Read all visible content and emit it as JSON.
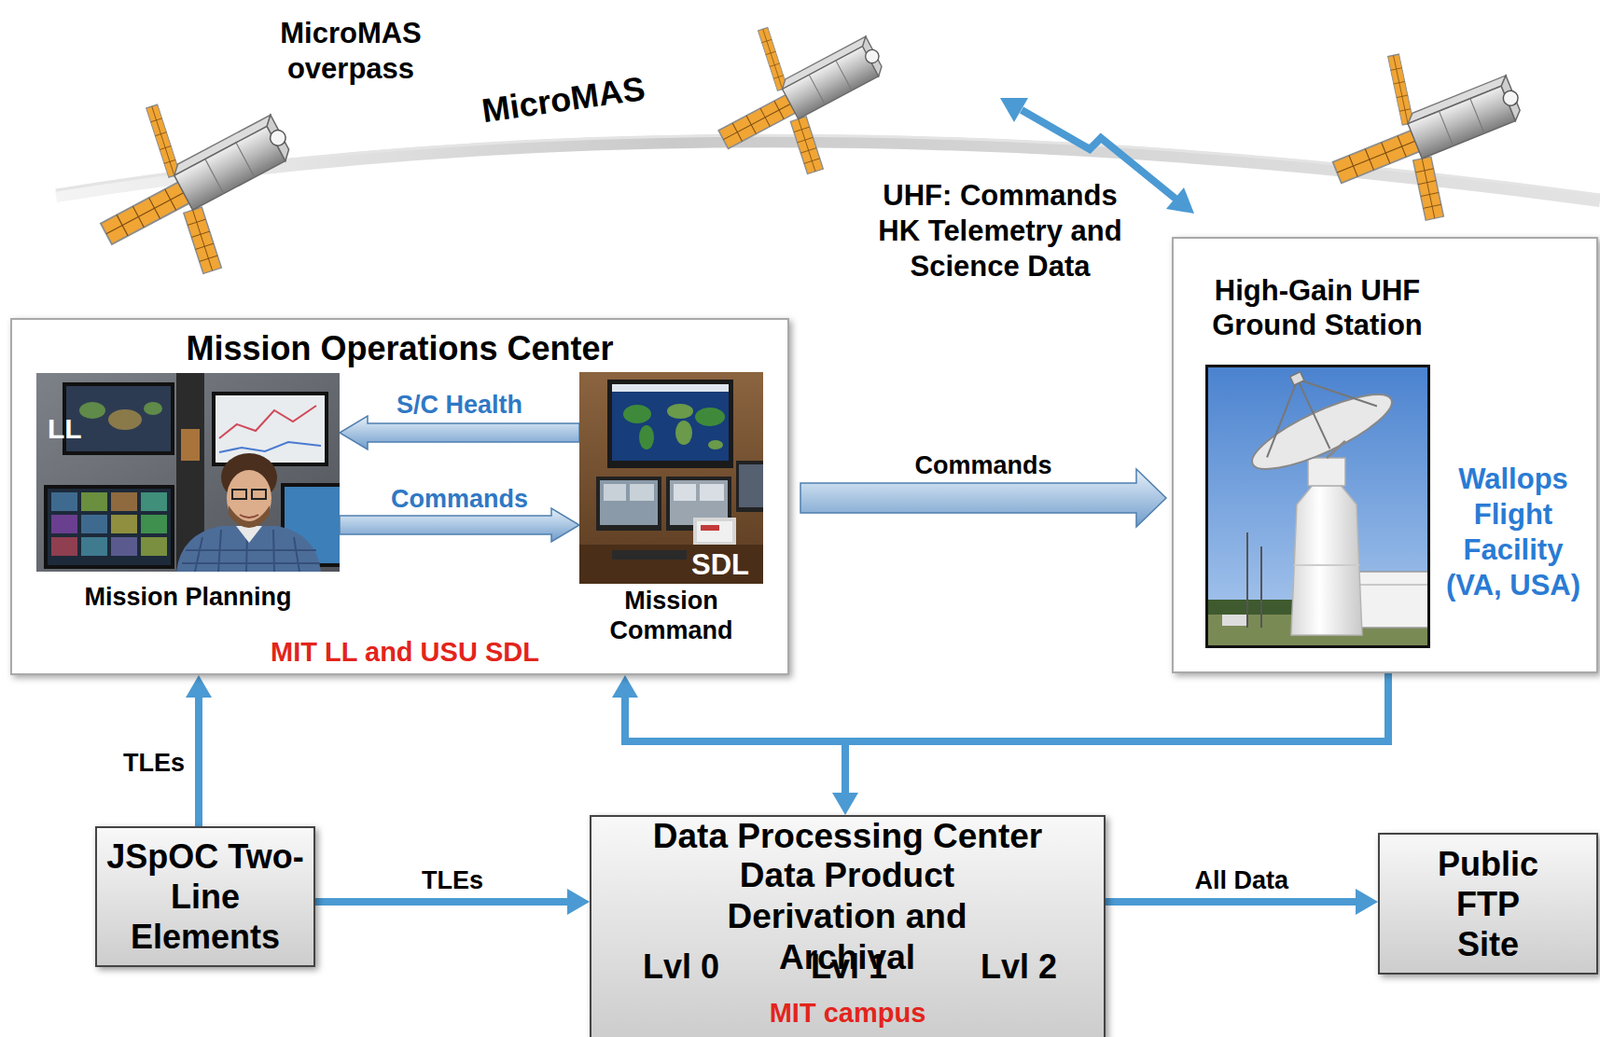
{
  "diagram": {
    "nodes": [
      {
        "text": [
          "Mission Operations Center",
          "MIT LL and USU SDL"
        ]
      },
      {
        "text": [
          "LL",
          "Mission Planning"
        ],
        "in": 0
      },
      {
        "text": [
          "SDL",
          "Mission Command"
        ],
        "in": 0
      },
      {
        "text": [
          "High-Gain UHF Ground Station",
          "Wallops Flight Facility (VA, USA)"
        ]
      },
      {
        "text": [
          "JSpOC Two-Line Elements"
        ]
      },
      {
        "text": [
          "Data Processing Center",
          "Data Product Derivation and Archival",
          "Lvl 0",
          "Lvl 1",
          "Lvl 2",
          "MIT campus"
        ]
      },
      {
        "text": [
          "Public FTP Site"
        ]
      }
    ],
    "edges": [
      {
        "from": 2,
        "to": 1,
        "label": "S/C Health",
        "arrow": "to"
      },
      {
        "from": 1,
        "to": 2,
        "label": "Commands",
        "arrow": "to"
      },
      {
        "from": 0,
        "to": 3,
        "label": "Commands",
        "arrow": "to"
      },
      {
        "from": 4,
        "to": 0,
        "label": "TLEs",
        "arrow": "to"
      },
      {
        "from": 4,
        "to": 5,
        "label": "TLEs",
        "arrow": "to"
      },
      {
        "from": 5,
        "to": 6,
        "label": "All Data",
        "arrow": "to"
      },
      {
        "from": 3,
        "to": 0,
        "arrow": "to"
      },
      {
        "from": 3,
        "to": 5,
        "arrow": "to"
      }
    ],
    "labels": [
      "MicroMAS overpass",
      "MicroMAS",
      "UHF: Commands HK Telemetry and Science Data"
    ]
  }
}
